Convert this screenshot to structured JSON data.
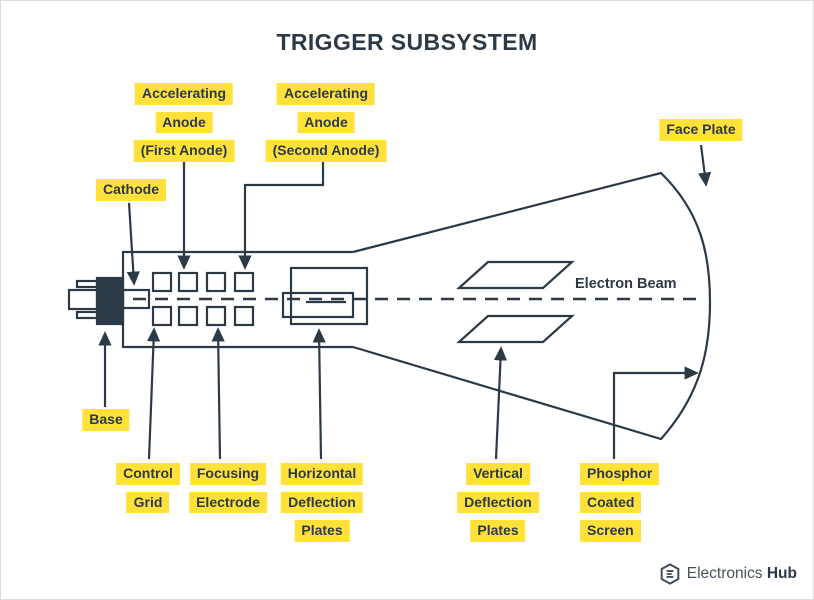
{
  "title": "TRIGGER SUBSYSTEM",
  "colors": {
    "ink": "#2c3a47",
    "highlight": "#ffe13a",
    "background": "#ffffff",
    "border": "#dcdcdc"
  },
  "diagram": {
    "electron_beam_label": "Electron Beam",
    "labels": {
      "accelerating_anode_first": [
        "Accelerating",
        "Anode",
        "(First Anode)"
      ],
      "accelerating_anode_second": [
        "Accelerating",
        "Anode",
        "(Second Anode)"
      ],
      "face_plate": [
        "Face Plate"
      ],
      "cathode": [
        "Cathode"
      ],
      "base": [
        "Base"
      ],
      "control_grid": [
        "Control",
        "Grid"
      ],
      "focusing_electrode": [
        "Focusing",
        "Electrode"
      ],
      "horizontal_deflection_plates": [
        "Horizontal",
        "Deflection",
        "Plates"
      ],
      "vertical_deflection_plates": [
        "Vertical",
        "Deflection",
        "Plates"
      ],
      "phosphor_coated_screen": [
        "Phosphor",
        "Coated",
        "Screen"
      ]
    }
  },
  "footer": {
    "brand_name": "Electronics",
    "brand_suffix": "Hub",
    "logo_icon": "hexagon-logo-icon"
  }
}
